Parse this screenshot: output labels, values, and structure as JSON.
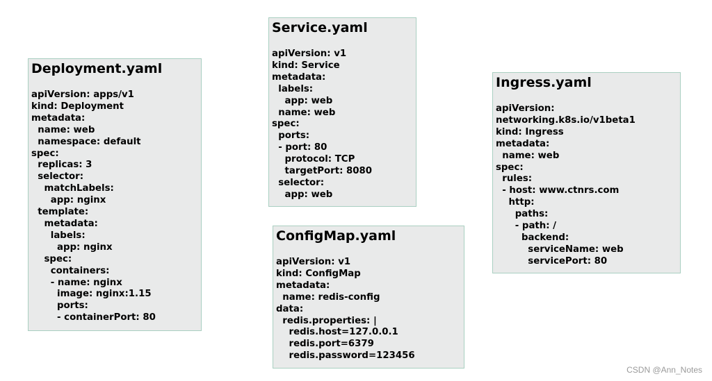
{
  "boxes": {
    "deployment": {
      "title": "Deployment.yaml",
      "lines": [
        "apiVersion: apps/v1",
        "kind: Deployment",
        "metadata:",
        "  name: web",
        "  namespace: default",
        "spec:",
        "  replicas: 3",
        "  selector:",
        "    matchLabels:",
        "      app: nginx",
        "  template:",
        "    metadata:",
        "      labels:",
        "        app: nginx",
        "    spec:",
        "      containers:",
        "      - name: nginx",
        "        image: nginx:1.15",
        "        ports:",
        "        - containerPort: 80"
      ]
    },
    "service": {
      "title": "Service.yaml",
      "lines": [
        "apiVersion: v1",
        "kind: Service",
        "metadata:",
        "  labels:",
        "    app: web",
        "  name: web",
        "spec:",
        "  ports:",
        "  - port: 80",
        "    protocol: TCP",
        "    targetPort: 8080",
        "  selector:",
        "    app: web"
      ]
    },
    "ingress": {
      "title": "Ingress.yaml",
      "lines": [
        "apiVersion:",
        "networking.k8s.io/v1beta1",
        "kind: Ingress",
        "metadata:",
        "  name: web",
        "spec:",
        "  rules:",
        "  - host: www.ctnrs.com",
        "    http:",
        "      paths:",
        "      - path: /",
        "        backend:",
        "          serviceName: web",
        "          servicePort: 80"
      ]
    },
    "configmap": {
      "title": "ConfigMap.yaml",
      "lines": [
        "apiVersion: v1",
        "kind: ConfigMap",
        "metadata:",
        "  name: redis-config",
        "data:",
        "  redis.properties: |",
        "    redis.host=127.0.0.1",
        "    redis.port=6379",
        "    redis.password=123456"
      ]
    }
  },
  "watermark": "CSDN @Ann_Notes"
}
